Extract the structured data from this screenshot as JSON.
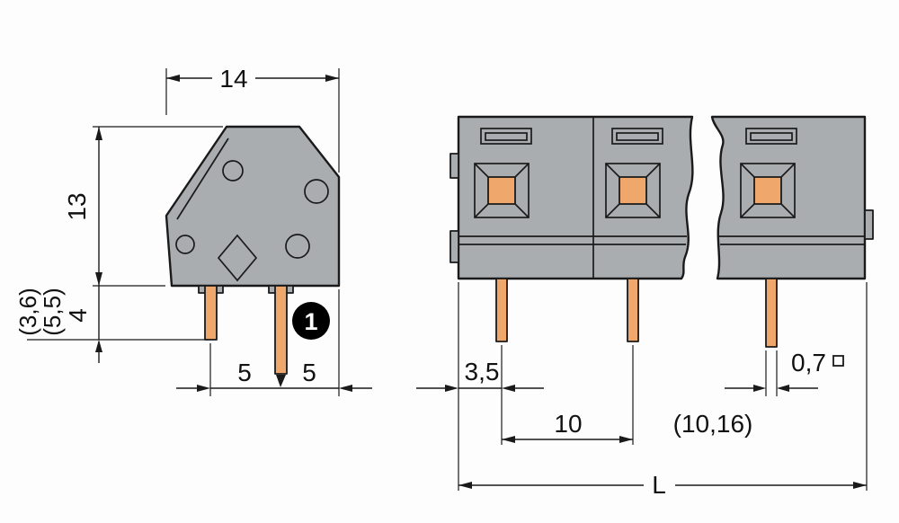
{
  "drawing": {
    "kind": "terminal-block-dimensional-drawing",
    "callout_number": "1"
  },
  "colors": {
    "background": "#fdfdfd",
    "body_fill": "#a9adb0",
    "pin_fill": "#efa76b",
    "line": "#1a1a1a",
    "callout_fill": "#000000",
    "callout_text": "#ffffff"
  },
  "side_view": {
    "width": "14",
    "height": "13",
    "alt_depth_1": "(3,6)",
    "alt_depth_2": "(5,5)",
    "pin_length": "4",
    "pitch_a": "5",
    "pitch_b": "5"
  },
  "front_view": {
    "edge_to_pin": "3,5",
    "pitch": "10",
    "alt_pitch": "(10,16)",
    "pin_width": "0,7",
    "overall_length": "L"
  }
}
